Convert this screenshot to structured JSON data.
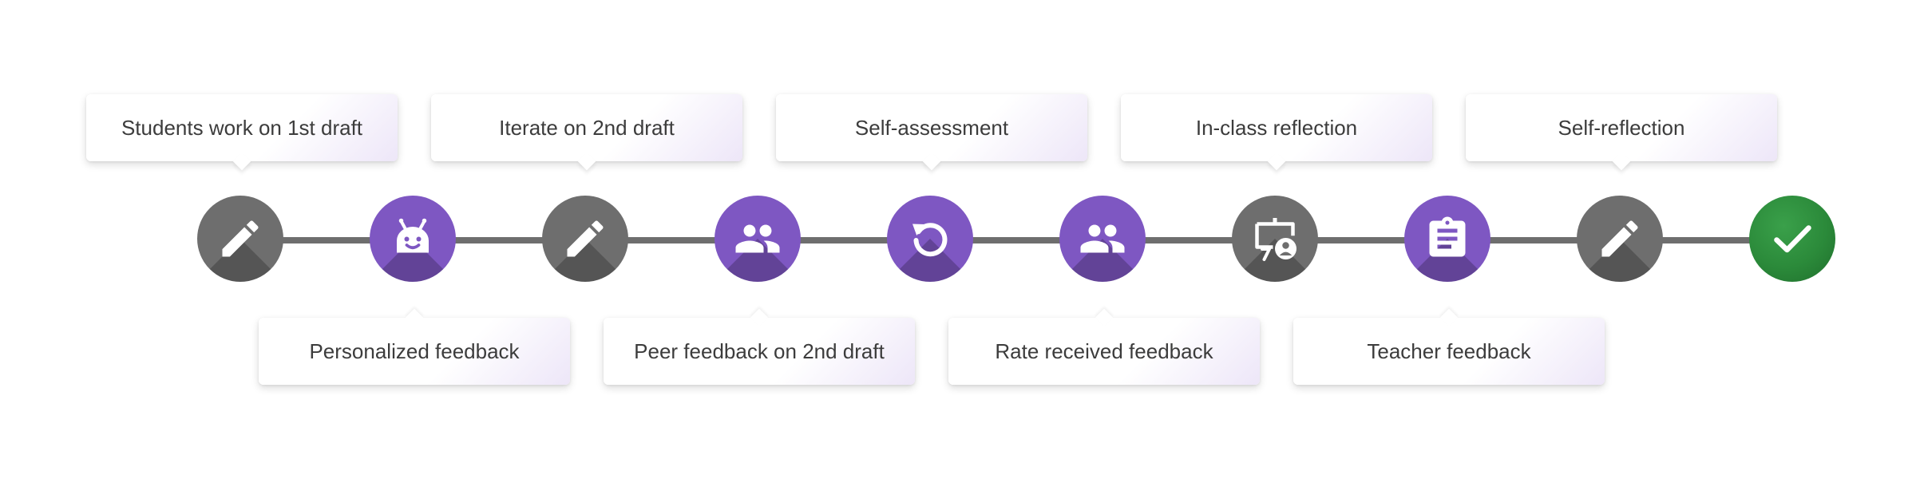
{
  "steps": [
    {
      "icon": "pencil-icon",
      "color": "#6e6e6e"
    },
    {
      "icon": "robot-icon",
      "color": "#7e57c2"
    },
    {
      "icon": "pencil-icon",
      "color": "#6e6e6e"
    },
    {
      "icon": "people-icon",
      "color": "#7e57c2"
    },
    {
      "icon": "refresh-icon",
      "color": "#7e57c2"
    },
    {
      "icon": "people-icon",
      "color": "#7e57c2"
    },
    {
      "icon": "presentation-person-icon",
      "color": "#6e6e6e"
    },
    {
      "icon": "clipboard-icon",
      "color": "#7e57c2"
    },
    {
      "icon": "pencil-icon",
      "color": "#6e6e6e"
    },
    {
      "icon": "check-icon",
      "color": "#2e8b3a"
    }
  ],
  "top_labels": [
    "Students work on 1st draft",
    "Iterate on 2nd draft",
    "Self-assessment",
    "In-class reflection",
    "Self-reflection"
  ],
  "bottom_labels": [
    "Personalized feedback",
    "Peer feedback on 2nd draft",
    "Rate received feedback",
    "Teacher feedback"
  ],
  "colors": {
    "gray": "#6e6e6e",
    "purple": "#7e57c2",
    "green": "#2e8b3a",
    "connector": "#6e6e6e"
  }
}
